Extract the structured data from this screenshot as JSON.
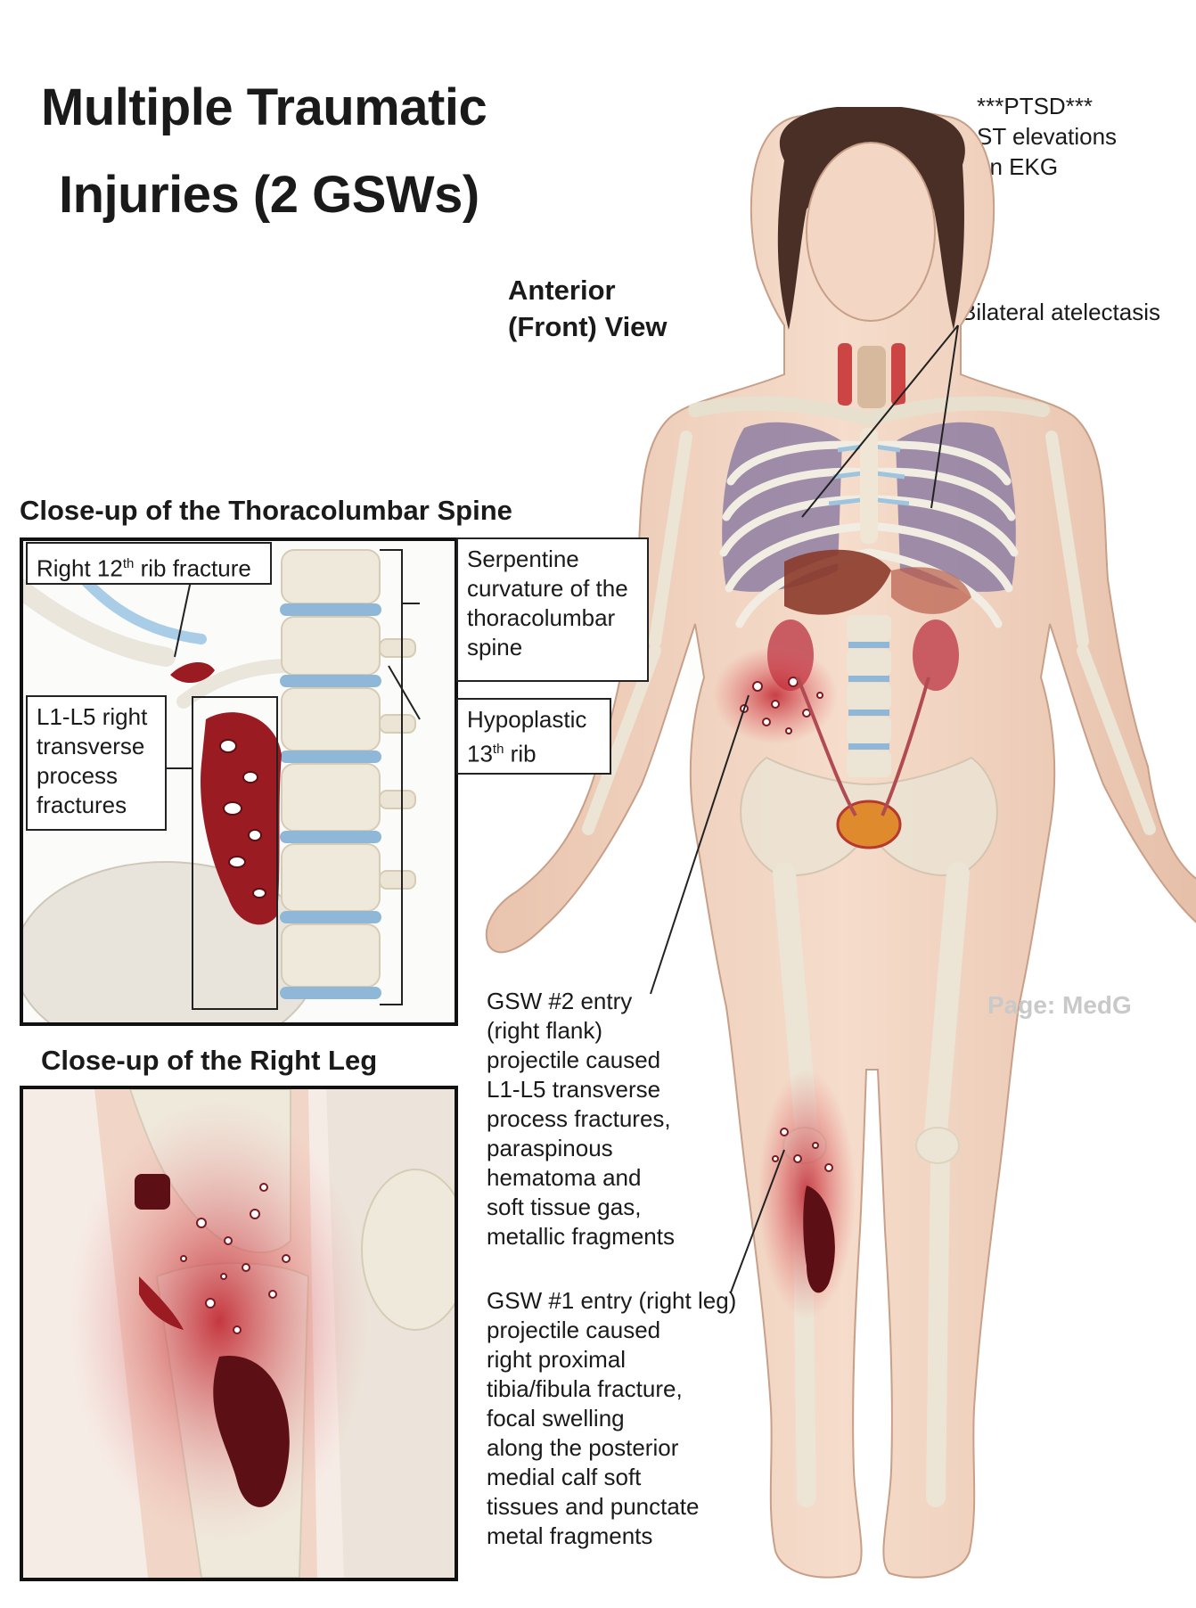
{
  "title": {
    "line1": "Multiple Traumatic",
    "line2": "Injuries (2 GSWs)"
  },
  "view_title": {
    "line1": "Anterior",
    "line2": "(Front) View"
  },
  "notes": {
    "line1": "***PTSD***",
    "line2": "ST elevations",
    "line3": "on EKG"
  },
  "atelectasis_label": "Bilateral atelectasis",
  "spine_section": {
    "heading": "Close-up of the Thoracolumbar Spine",
    "rib_label_pre": "Right 12",
    "rib_label_sup": "th",
    "rib_label_post": " rib fracture",
    "transverse_label": [
      "L1-L5 right",
      "transverse",
      "process",
      "fractures"
    ],
    "serpentine_label": [
      "Serpentine",
      "curvature of the",
      "thoracolumbar",
      "spine"
    ],
    "hypoplastic_line1": "Hypoplastic",
    "hypoplastic_pre": "13",
    "hypoplastic_sup": "th",
    "hypoplastic_post": " rib"
  },
  "leg_section": {
    "heading": "Close-up of the Right Leg"
  },
  "gsw2_label": [
    "GSW #2 entry",
    "(right flank)",
    "projectile caused",
    "L1-L5 transverse",
    "process fractures,",
    "paraspinous",
    "hematoma and",
    "soft tissue gas,",
    "metallic fragments"
  ],
  "gsw1_label": [
    "GSW #1 entry (right leg)",
    "projectile caused",
    "right proximal",
    "tibia/fibula fracture,",
    "focal swelling",
    "along the posterior",
    "medial calf soft",
    "tissues and punctate",
    "metal fragments"
  ],
  "watermark": "Page: MedG",
  "colors": {
    "skin": "#f0d2bf",
    "bone": "#ece4d4",
    "blood": "#9b1b22",
    "disc": "#8fb8d8",
    "lung": "#8e7ea2",
    "glow": "#d7f0c4"
  }
}
